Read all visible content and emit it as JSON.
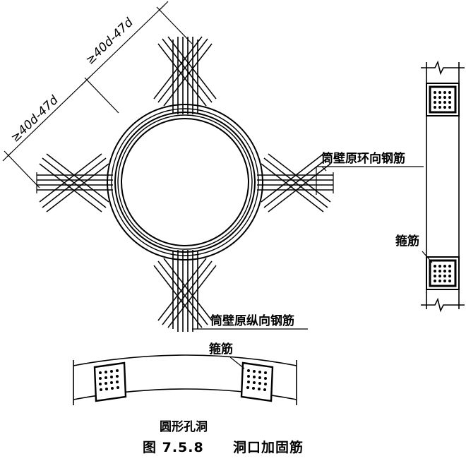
{
  "labels": {
    "hoop_bar": "筒壁原环向钢筋",
    "longitudinal_bar": "筒壁原纵向钢筋",
    "stirrup_side": "箍筋",
    "stirrup_bottom": "箍筋",
    "circular_opening": "圆形孔洞",
    "dim_upper": "≥40d-47d",
    "dim_lower": "≥40d-47d"
  },
  "caption": {
    "number": "图 7.5.8",
    "title": "洞口加固筋"
  }
}
